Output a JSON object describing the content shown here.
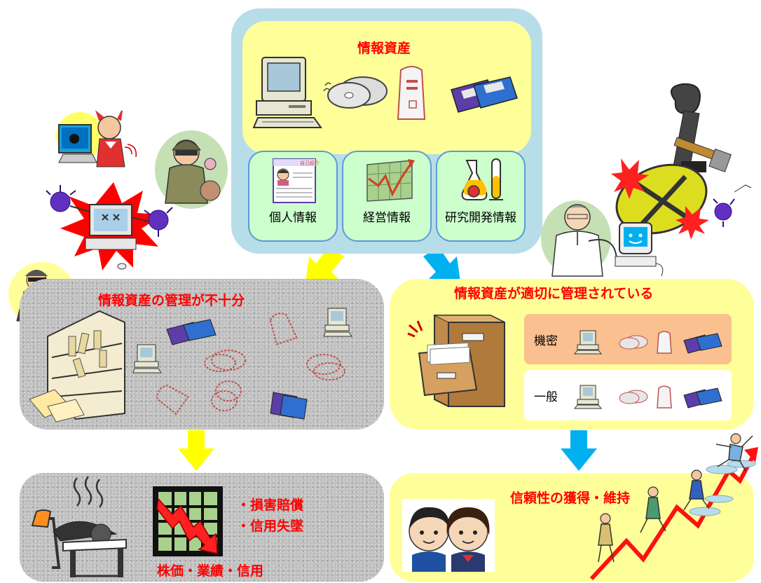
{
  "info_assets": {
    "title": "情報資産",
    "categories": [
      {
        "label": "個人情報"
      },
      {
        "label": "経営情報"
      },
      {
        "label": "研究開発情報"
      }
    ],
    "card_label": "自己紹介"
  },
  "poor_management": {
    "title": "情報資産の管理が不十分",
    "consequence_items": [
      "・損害賠償",
      "・信用失墜"
    ],
    "consequence_footer": "株価・業績・信用"
  },
  "good_management": {
    "title": "情報資産が適切に管理されている",
    "rows": [
      {
        "label": "機密"
      },
      {
        "label": "一般"
      }
    ],
    "outcome": "信頼性の獲得・維持"
  },
  "colors": {
    "title_red": "#ff0000",
    "arrow_yellow": "#ffff00",
    "arrow_cyan": "#00b0f0",
    "panel_yellow": "#ffff99",
    "panel_blue": "#b7dde8",
    "category_green": "#ccffcc",
    "confidential_orange": "#fac090"
  }
}
